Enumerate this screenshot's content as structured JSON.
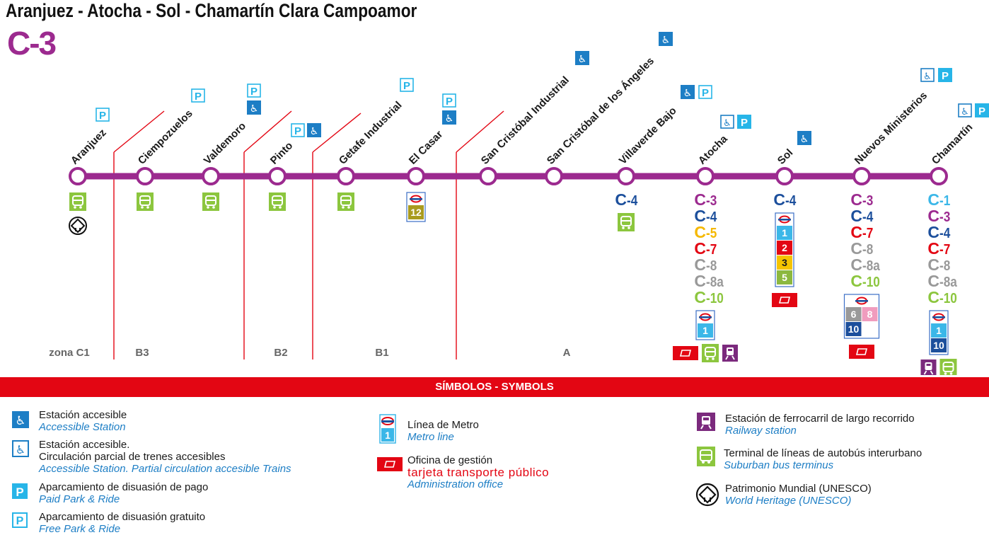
{
  "title": "Aranjuez - Atocha - Sol - Chamartín Clara Campoamor",
  "line_logo": "C-3",
  "colors": {
    "line": "#9c2a8f",
    "zone": "#e30613",
    "access": "#1d7ec5",
    "park": "#27b5e8",
    "bus": "#8cc63e",
    "admin": "#e30613",
    "rail": "#7b2a7d",
    "metro1": "#3bb7e8",
    "metro2": "#e30613",
    "metro3": "#f5c400",
    "metro5": "#8cb83f",
    "metro6": "#999999",
    "metro8": "#f09cbe",
    "metro10": "#1c4f9c",
    "metro12": "#a99b1f",
    "c1": "#3bb7e8",
    "c3": "#9c2a8f",
    "c4": "#1c4f9c",
    "c5": "#f5b800",
    "c7": "#e30613",
    "c8": "#999999",
    "c10": "#8cc63e"
  },
  "stations": [
    {
      "name": "Aranjuez",
      "top_icons": [
        "park-free-icon"
      ],
      "services": [
        "bus",
        "unesco"
      ]
    },
    {
      "name": "Ciempozuelos",
      "top_icons": [
        "park-free-icon"
      ],
      "services": [
        "bus"
      ]
    },
    {
      "name": "Valdemoro",
      "top_icons": [
        "park-free-icon",
        "accessible-icon"
      ],
      "services": [
        "bus"
      ]
    },
    {
      "name": "Pinto",
      "top_icons": [
        "park-free-icon",
        "accessible-icon"
      ],
      "services": [
        "bus"
      ]
    },
    {
      "name": "Getafe Industrial",
      "top_icons": [
        "park-free-icon"
      ],
      "services": [
        "bus"
      ]
    },
    {
      "name": "El Casar",
      "top_icons": [
        "park-free-icon",
        "accessible-icon"
      ],
      "metro": [
        "12"
      ],
      "services": []
    },
    {
      "name": "San Cristóbal Industrial",
      "top_icons": [
        "accessible-icon"
      ],
      "services": []
    },
    {
      "name": "San Cristóbal de los Ángeles",
      "top_icons": [
        "accessible-icon"
      ],
      "services": []
    },
    {
      "name": "Villaverde Bajo",
      "top_icons": [
        "accessible-icon",
        "park-free-icon"
      ],
      "lines": [
        "C-4"
      ],
      "services": [
        "bus"
      ]
    },
    {
      "name": "Atocha",
      "top_icons": [
        "accessible-partial-icon",
        "park-paid-icon"
      ],
      "lines": [
        "C-3",
        "C-4",
        "C-5",
        "C-7",
        "C-8",
        "C-8a",
        "C-10"
      ],
      "metro": [
        "1"
      ],
      "services": [
        "admin",
        "bus",
        "rail"
      ]
    },
    {
      "name": "Sol",
      "top_icons": [
        "accessible-icon"
      ],
      "lines": [
        "C-4"
      ],
      "metro": [
        "1",
        "2",
        "3",
        "5"
      ],
      "services": [
        "admin"
      ]
    },
    {
      "name": "Nuevos Ministerios",
      "top_icons": [
        "accessible-partial-icon",
        "park-paid-icon"
      ],
      "lines": [
        "C-3",
        "C-4",
        "C-7",
        "C-8",
        "C-8a",
        "C-10"
      ],
      "metro": [
        "6",
        "8",
        "10"
      ],
      "services": [
        "admin"
      ]
    },
    {
      "name": "Chamartín",
      "top_icons": [
        "accessible-partial-icon",
        "park-paid-icon"
      ],
      "lines": [
        "C-1",
        "C-3",
        "C-4",
        "C-7",
        "C-8",
        "C-8a",
        "C-10"
      ],
      "metro": [
        "1",
        "10"
      ],
      "services": [
        "rail",
        "bus"
      ]
    }
  ],
  "zones": [
    "zona C1",
    "B3",
    "B2",
    "B1",
    "A"
  ],
  "symbols_header": "SÍMBOLOS - SYMBOLS",
  "legend": {
    "accessible": {
      "es": "Estación accesible",
      "en": "Accessible Station"
    },
    "accessible_partial": {
      "es1": "Estación accesible.",
      "es2": "Circulación parcial de trenes accesibles",
      "en": "Accessible Station. Partial circulation accesible Trains"
    },
    "park_paid": {
      "es": "Aparcamiento de disuasión de pago",
      "en": "Paid Park & Ride"
    },
    "park_free": {
      "es": "Aparcamiento de disuasión gratuito",
      "en": "Free Park & Ride"
    },
    "metro": {
      "es": "Línea de Metro",
      "en": "Metro line",
      "sample": "1"
    },
    "admin": {
      "es": "Oficina de gestión",
      "es2": "tarjeta transporte público",
      "en": "Administration office"
    },
    "rail": {
      "es": "Estación de ferrocarril de largo recorrido",
      "en": "Railway station"
    },
    "bus": {
      "es": "Terminal de líneas de autobús interurbano",
      "en": "Suburban bus terminus"
    },
    "unesco": {
      "es": "Patrimonio Mundial (UNESCO)",
      "en": "World Heritage (UNESCO)"
    },
    "icon_letter_park": "P"
  }
}
